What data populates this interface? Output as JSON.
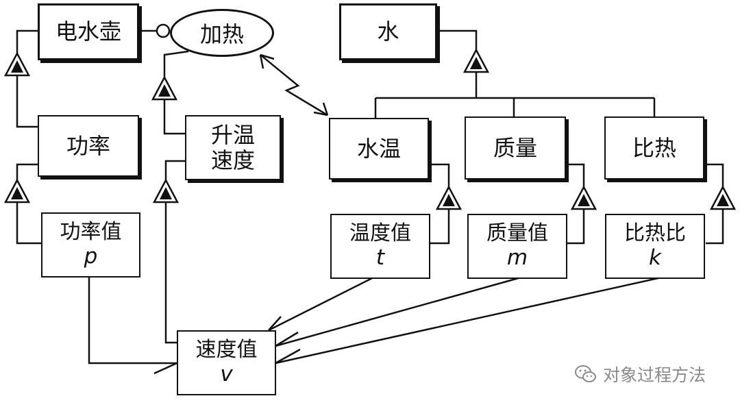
{
  "nodes": {
    "kettle": "电水壶",
    "heating": "加热",
    "water": "水",
    "power": "功率",
    "heat_rate": [
      "升温",
      "速度"
    ],
    "water_temp": "水温",
    "mass": "质量",
    "specific_heat": "比热",
    "power_value": {
      "label": "功率值",
      "symbol": "p"
    },
    "temp_value": {
      "label": "温度值",
      "symbol": "t"
    },
    "mass_value": {
      "label": "质量值",
      "symbol": "m"
    },
    "specific_heat_ratio": {
      "label": "比热比",
      "symbol": "k"
    },
    "speed_value": {
      "label": "速度值",
      "symbol": "v"
    }
  },
  "watermark": {
    "icon": "wechat-icon",
    "text": "对象过程方法"
  },
  "colors": {
    "line": "#111111",
    "fill": "#ffffff",
    "watermark": "#8a8a8a"
  }
}
